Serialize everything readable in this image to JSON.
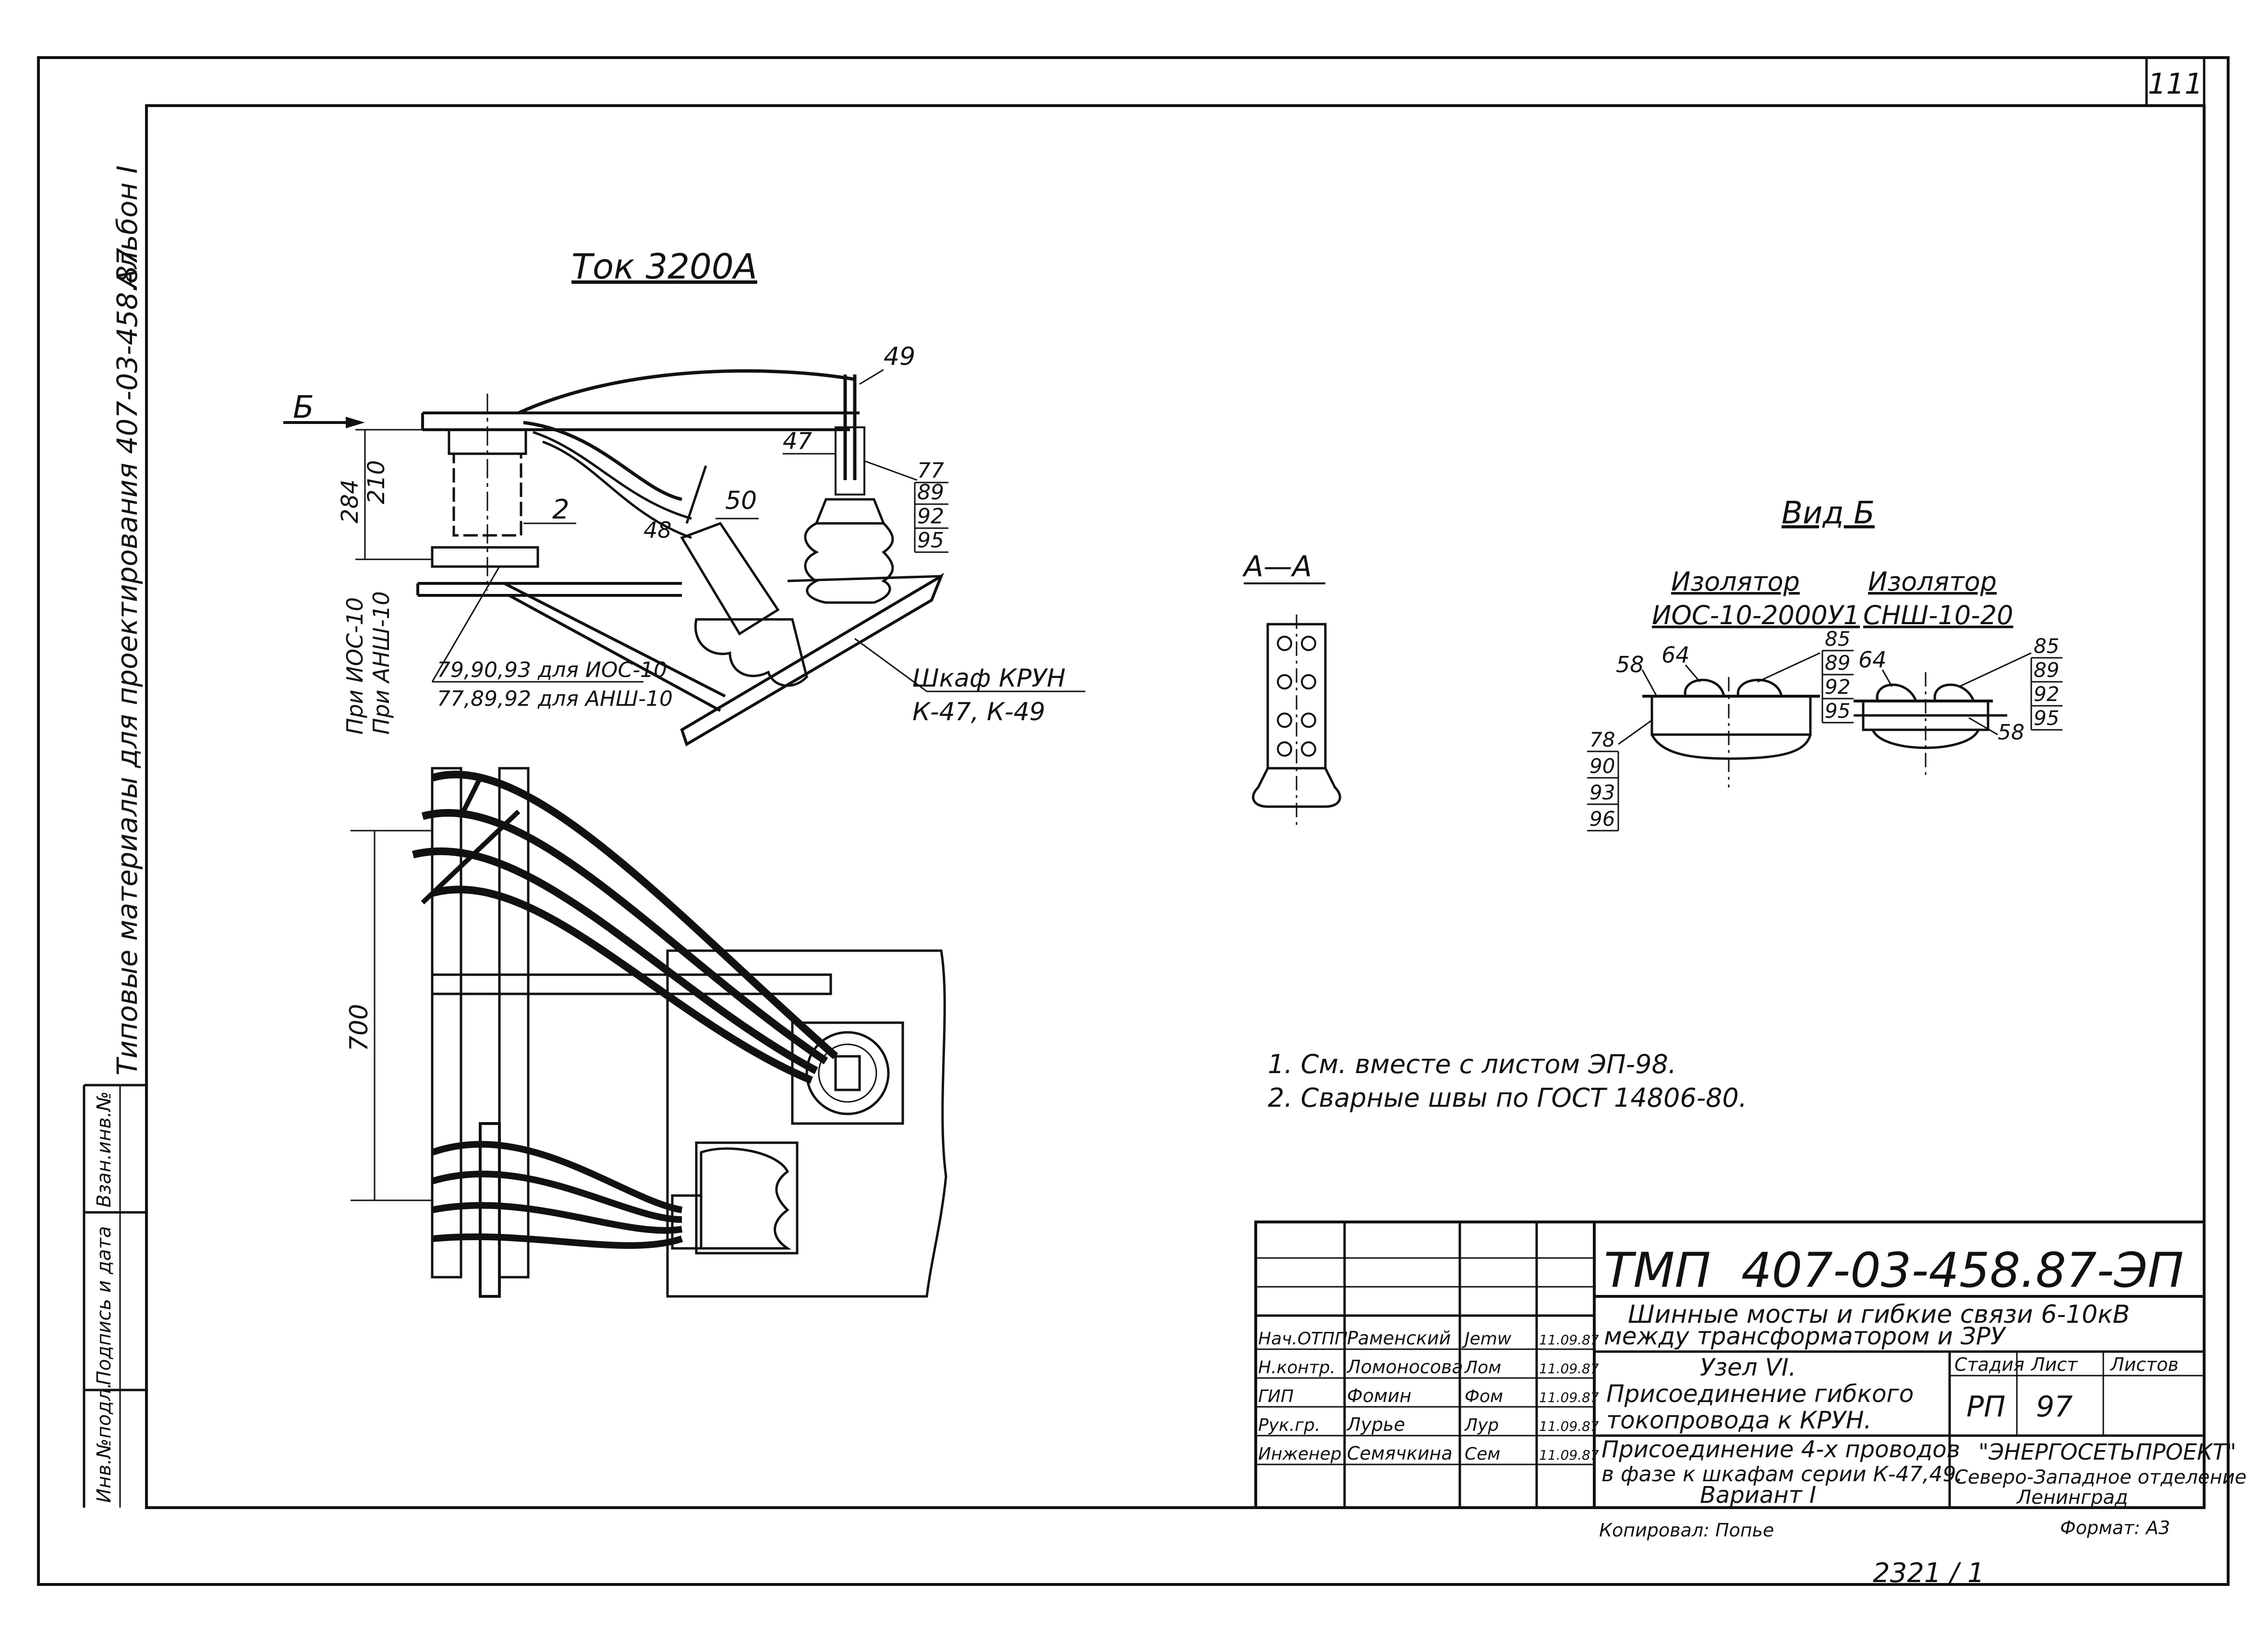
{
  "sheet_number": "111",
  "side_strip": {
    "album": "Альбон I",
    "series": "Типовые материалы для проектирования 407-03-458.87",
    "stamp_cells": [
      "Инв.№подл.",
      "Подпись и дата",
      "Взан.инв.№"
    ]
  },
  "view_top": {
    "title": "Ток 3200А",
    "arrow_label": "Б",
    "dims": [
      "284",
      "210"
    ],
    "side_labels": [
      "При ИОС-10",
      "При АНШ-10"
    ],
    "callouts": [
      "49",
      "47",
      "48",
      "50",
      "2"
    ],
    "stack": [
      "77",
      "89",
      "92",
      "95"
    ],
    "note_lines": [
      "79,90,93 для ИОС-10",
      "77,89,92 для АНШ-10"
    ],
    "cabinet_lines": [
      "Шкаф КРУН",
      "К-47, К-49"
    ]
  },
  "view_plan": {
    "dim": "700"
  },
  "section_aa": {
    "title": "А—А"
  },
  "view_b": {
    "title": "Вид Б",
    "ins1_title": "Изолятор",
    "ins1_type": "ИОС-10-2000У1",
    "ins2_title": "Изолятор",
    "ins2_type": "СНШ-10-20",
    "left_callouts": [
      "58",
      "64"
    ],
    "stack1": [
      "85",
      "89",
      "92",
      "95"
    ],
    "stack_bottom": [
      "78",
      "90",
      "93",
      "96"
    ],
    "mid_callout": "64",
    "stack2": [
      "85",
      "89",
      "92",
      "95"
    ],
    "right_callout": "58"
  },
  "notes": [
    "1. См. вместе с листом ЭП-98.",
    "2. Сварные швы по ГОСТ 14806-80."
  ],
  "title_block": {
    "doc_code": "ТМП  407-03-458.87-ЭП",
    "project_line1": "Шинные мосты и гибкие связи 6-10кВ",
    "project_line2": "между трансформатором и ЗРУ",
    "roles": [
      {
        "role": "Нач.ОТПП",
        "name": "Раменский",
        "sign": "Jemw",
        "date": "11.09.87"
      },
      {
        "role": "Н.контр.",
        "name": "Ломоносова",
        "sign": "Лом",
        "date": "11.09.87"
      },
      {
        "role": "ГИП",
        "name": "Фомин",
        "sign": "Фом",
        "date": "11.09.87"
      },
      {
        "role": "Рук.гр.",
        "name": "Лурье",
        "sign": "Лур",
        "date": "11.09.87"
      },
      {
        "role": "Инженер",
        "name": "Семячкина",
        "sign": "Сем",
        "date": "11.09.87"
      }
    ],
    "node_title_lines": [
      "Узел VI.",
      "Присоединение гибкого",
      "токопровода к КРУН."
    ],
    "stage_label": "Стадия",
    "sheet_label": "Лист",
    "sheets_label": "Листов",
    "stage_value": "РП",
    "sheet_value": "97",
    "sheets_value": "",
    "desc_lines": [
      "Присоединение 4-х проводов",
      "в фазе к шкафам серии К-47,49.",
      "Вариант I"
    ],
    "org_lines": [
      "\"ЭНЕРГОСЕТЬПРОЕКТ\"",
      "Северо-Западное отделение",
      "Ленинград"
    ]
  },
  "footer": {
    "copied_by": "Копировал: Попье",
    "format": "Формат: А3",
    "order": "2321 / 1"
  }
}
